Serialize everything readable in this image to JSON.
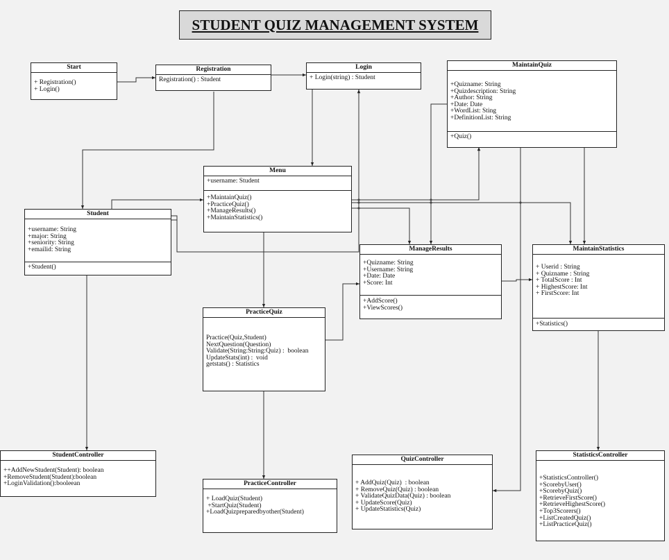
{
  "title": "STUDENT QUIZ MANAGEMENT SYSTEM",
  "classes": {
    "start": {
      "name": "Start",
      "attributes": [],
      "methods": [
        "+ Registration()",
        "+ Login()"
      ]
    },
    "registration": {
      "name": "Registration",
      "attributes": [],
      "methods": [
        "Registration() : Student"
      ]
    },
    "login": {
      "name": "Login",
      "attributes": [],
      "methods": [
        "+ Login(string) : Student"
      ]
    },
    "maintain_quiz": {
      "name": "MaintainQuiz",
      "attributes": [
        "+Quizname: String",
        "+Quizdescription: String",
        "+Author: String",
        "+Date: Date",
        "+WordList: Sting",
        "+DefinitionList: String"
      ],
      "methods": [
        "+Quiz()"
      ]
    },
    "menu": {
      "name": "Menu",
      "attributes": [
        "+username: Student"
      ],
      "methods": [
        "+MaintainQuiz()",
        "+PracticeQuiz()",
        "+ManageResults()",
        "+MaintainStatistics()"
      ]
    },
    "student": {
      "name": "Student",
      "attributes": [
        "+username: String",
        "+major: String",
        "+seniority: String",
        "+emailid: String"
      ],
      "methods": [
        "+Student()"
      ]
    },
    "manage_results": {
      "name": "ManageResults",
      "attributes": [
        "+Quizname: String",
        "+Username: String",
        "+Date: Date",
        "+Score: Int"
      ],
      "methods": [
        "+AddScore()",
        "+ViewScores()"
      ]
    },
    "maintain_statistics": {
      "name": "MaintainStatistics",
      "attributes": [
        "+ Userid : String",
        "+ Quizname : String",
        "+ TotalScore : Int",
        "+ HighestScore: Int",
        "+ FirstScore: Int"
      ],
      "methods": [
        "+Statistics()"
      ]
    },
    "practice_quiz": {
      "name": "PracticeQuiz",
      "attributes": [],
      "methods": [
        "Practice(Quiz,Student)",
        "NextQuestion(Question)",
        "Validate(String:String:Quiz) :  boolean",
        "UpdateStats(int) :  void",
        "getstats() : Statistics"
      ]
    },
    "student_controller": {
      "name": "StudentController",
      "attributes": [],
      "methods": [
        "++AddNewStudent(Student): boolean",
        "+RemoveStudent(Student):boolean",
        "+LoginValidation():booleean"
      ]
    },
    "practice_controller": {
      "name": "PracticeController",
      "attributes": [],
      "methods": [
        "+ LoadQuiz(Student)",
        " +StartQuiz(Student)",
        "+LoadQuizpreparedbyother(Student)"
      ]
    },
    "quiz_controller": {
      "name": "QuizController",
      "attributes": [],
      "methods": [
        "+ AddQuiz(Quiz)  : boolean",
        "+ RemoveQuiz(Quiz) : boolean",
        "+ ValidateQuizData(Quiz) : boolean",
        "+ UpdateScore(Quiz)",
        "+ UpdateStatistics(Quiz)"
      ]
    },
    "statistics_controller": {
      "name": "StatisticsController",
      "attributes": [],
      "methods": [
        "+StatisticsController()",
        "+ScorebyUser()",
        "+ScorebyQuiz()",
        "+RetrieveFirstScore()",
        "+RetrieveHighestScore()",
        "+Top3Scorers()",
        "+ListCreatedQuiz()",
        "+ListPracticeQuiz()"
      ]
    }
  }
}
